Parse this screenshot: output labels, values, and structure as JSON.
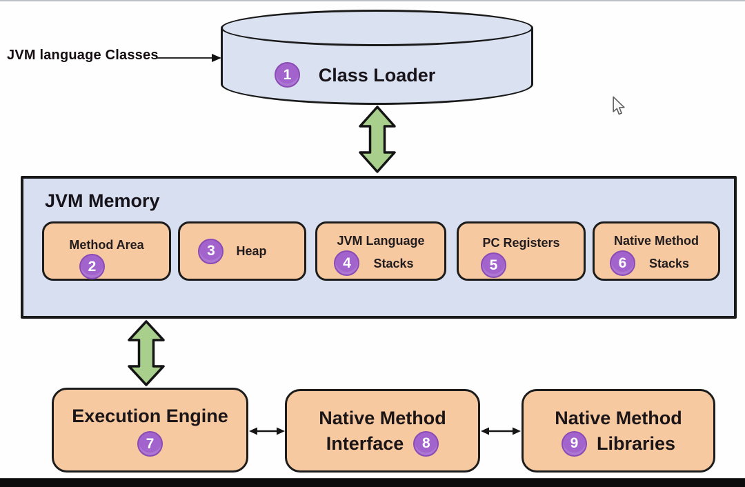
{
  "input_label": "JVM language Classes",
  "class_loader": {
    "badge": "1",
    "label": "Class Loader"
  },
  "jvm_memory": {
    "title": "JVM Memory",
    "boxes": [
      {
        "badge": "2",
        "label": "Method Area"
      },
      {
        "badge": "3",
        "label": "Heap"
      },
      {
        "badge": "4",
        "line1": "JVM Language",
        "line2": "Stacks"
      },
      {
        "badge": "5",
        "label": "PC Registers"
      },
      {
        "badge": "6",
        "line1": "Native Method",
        "line2": "Stacks"
      }
    ]
  },
  "engine_row": {
    "execution_engine": {
      "badge": "7",
      "label": "Execution Engine"
    },
    "native_method_interface": {
      "badge": "8",
      "line1": "Native Method",
      "line2": "Interface"
    },
    "native_method_libraries": {
      "badge": "9",
      "line1": "Native Method",
      "line2": "Libraries"
    }
  },
  "icons": {
    "input_arrow": "right-arrow",
    "vertical_link": "double-headed-vertical-arrow",
    "horizontal_link": "double-headed-horizontal-arrow",
    "pointer": "mouse-cursor"
  },
  "colors": {
    "container_fill": "#d7dff0",
    "component_fill": "#f6c9a1",
    "badge_fill": "#a263cc",
    "badge_border": "#8a4cb4",
    "green_arrow": "#a8cf8c",
    "outline": "#1c1c1c",
    "bottom_bar": "#0c0c0c"
  }
}
